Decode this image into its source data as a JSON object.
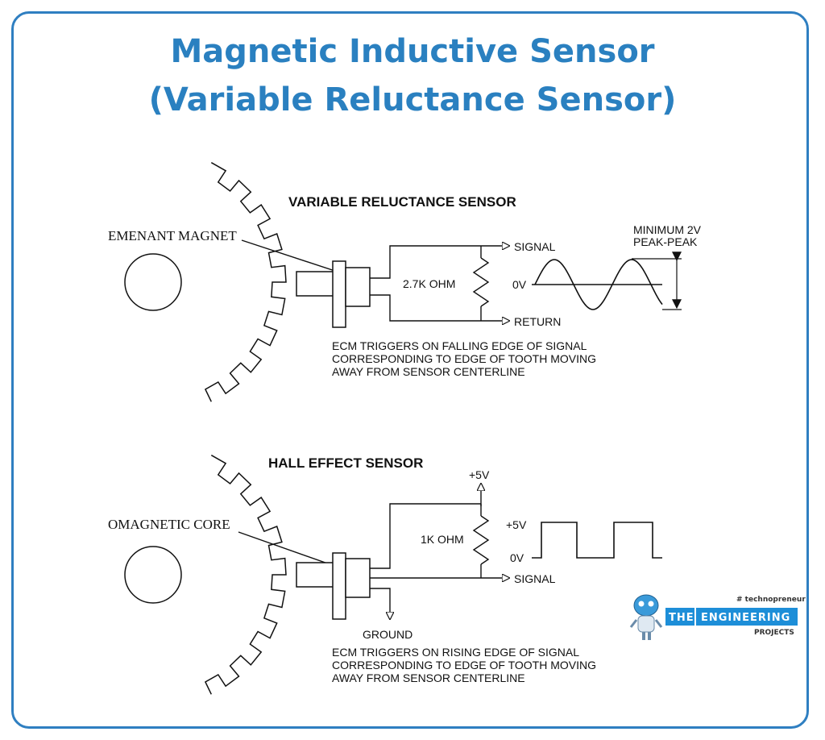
{
  "title": {
    "line1": "Magnetic Inductive Sensor",
    "line2": "(Variable Reluctance Sensor)"
  },
  "vr": {
    "heading": "VARIABLE RELUCTANCE SENSOR",
    "magnet_label": "EMENANT MAGNET",
    "signal": "SIGNAL",
    "return": "RETURN",
    "resistor": "2.7K OHM",
    "zero": "0V",
    "min_line1": "MINIMUM 2V",
    "min_line2": "PEAK-PEAK",
    "note_line1": "ECM TRIGGERS ON FALLING EDGE OF SIGNAL",
    "note_line2": "CORRESPONDING TO EDGE OF TOOTH MOVING",
    "note_line3": "AWAY FROM SENSOR CENTERLINE"
  },
  "hall": {
    "heading": "HALL EFFECT SENSOR",
    "core_label": "OMAGNETIC CORE",
    "supply": "+5V",
    "resistor": "1K OHM",
    "high": "+5V",
    "zero": "0V",
    "signal": "SIGNAL",
    "ground": "GROUND",
    "note_line1": "ECM TRIGGERS ON RISING EDGE OF SIGNAL",
    "note_line2": "CORRESPONDING TO EDGE OF TOOTH MOVING",
    "note_line3": "AWAY FROM SENSOR CENTERLINE"
  },
  "logo": {
    "tagline": "# technopreneur",
    "the": "THE",
    "engineering": "ENGINEERING",
    "projects": "PROJECTS",
    "colors": {
      "badge": "#1d8ed8",
      "robot": "#3a9ad9"
    }
  },
  "colors": {
    "title": "#2a80c0",
    "frame": "#2f7fc1"
  }
}
